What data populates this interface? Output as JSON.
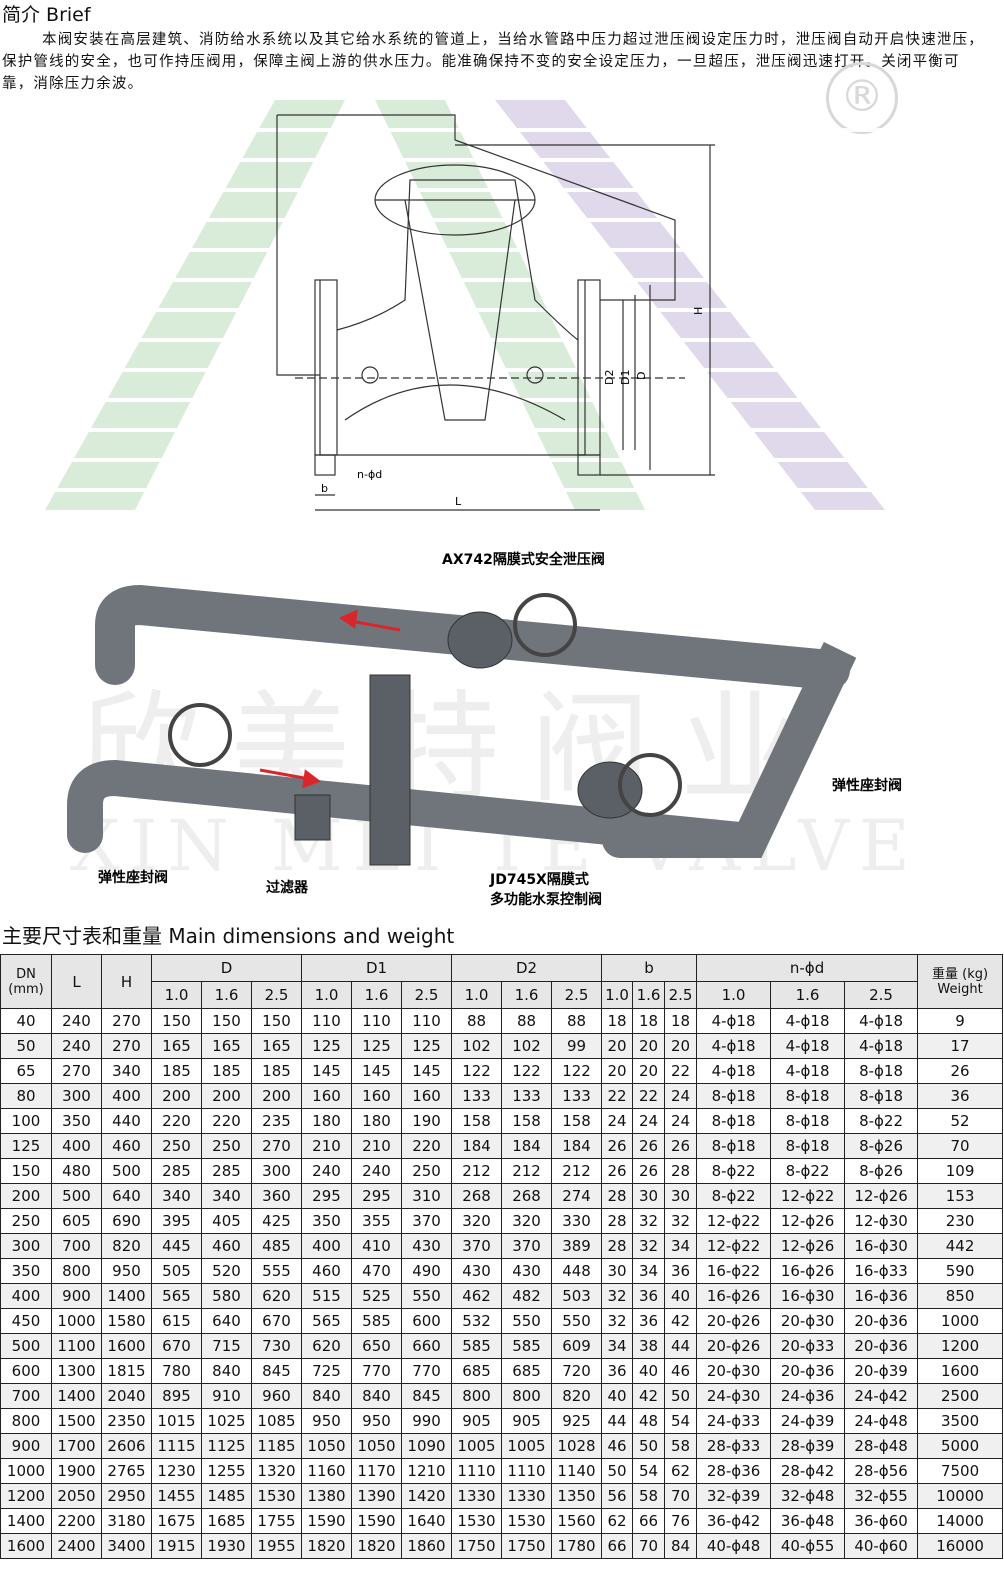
{
  "brief": {
    "title": "简介 Brief",
    "text": "本阀安装在高层建筑、消防给水系统以及其它给水系统的管道上，当给水管路中压力超过泄压阀设定压力时，泄压阀自动开启快速泄压，保护管线的安全，也可作持压阀用，保障主阀上游的供水压力。能准确保持不变的安全设定压力，一旦超压，泄压阀迅速打开。关闭平衡可靠，消除压力余波。"
  },
  "registered_mark": "®",
  "drawing_labels": {
    "H": "H",
    "D2": "D2",
    "D1": "D1",
    "D": "D",
    "nd": "n-ϕd",
    "b": "b",
    "L": "L"
  },
  "scheme": {
    "label_top": "AX742隔膜式安全泄压阀",
    "label_right": "弹性座封阀",
    "label_left": "弹性座封阀",
    "label_filter": "过滤器",
    "label_bottom_1": "JD745X隔膜式",
    "label_bottom_2": "多功能水泵控制阀",
    "watermark_cn": "欣美特阀业",
    "watermark_en": "XIN MEI TE VALVE"
  },
  "colors": {
    "pipe": "#6f757b",
    "arrow": "#d8262b",
    "watermark_green": "#d5ead5",
    "watermark_purple": "#ddd5ea"
  },
  "table": {
    "title": "主要尺寸表和重量 Main dimensions and weight",
    "header": {
      "dn": "DN",
      "dn_unit": "(mm)",
      "L": "L",
      "H": "H",
      "D": "D",
      "D1": "D1",
      "D2": "D2",
      "b": "b",
      "nd": "n-ϕd",
      "weight_cn": "重量 (kg)",
      "weight_en": "Weight",
      "pressures": [
        "1.0",
        "1.6",
        "2.5"
      ]
    },
    "rows": [
      [
        "40",
        "240",
        "270",
        "150",
        "150",
        "150",
        "110",
        "110",
        "110",
        "88",
        "88",
        "88",
        "18",
        "18",
        "18",
        "4-ϕ18",
        "4-ϕ18",
        "4-ϕ18",
        "9"
      ],
      [
        "50",
        "240",
        "270",
        "165",
        "165",
        "165",
        "125",
        "125",
        "125",
        "102",
        "102",
        "99",
        "20",
        "20",
        "20",
        "4-ϕ18",
        "4-ϕ18",
        "4-ϕ18",
        "17"
      ],
      [
        "65",
        "270",
        "340",
        "185",
        "185",
        "185",
        "145",
        "145",
        "145",
        "122",
        "122",
        "122",
        "20",
        "20",
        "22",
        "4-ϕ18",
        "4-ϕ18",
        "8-ϕ18",
        "26"
      ],
      [
        "80",
        "300",
        "400",
        "200",
        "200",
        "200",
        "160",
        "160",
        "160",
        "133",
        "133",
        "133",
        "22",
        "22",
        "24",
        "8-ϕ18",
        "8-ϕ18",
        "8-ϕ18",
        "36"
      ],
      [
        "100",
        "350",
        "440",
        "220",
        "220",
        "235",
        "180",
        "180",
        "190",
        "158",
        "158",
        "158",
        "24",
        "24",
        "24",
        "8-ϕ18",
        "8-ϕ18",
        "8-ϕ22",
        "52"
      ],
      [
        "125",
        "400",
        "460",
        "250",
        "250",
        "270",
        "210",
        "210",
        "220",
        "184",
        "184",
        "184",
        "26",
        "26",
        "26",
        "8-ϕ18",
        "8-ϕ18",
        "8-ϕ26",
        "70"
      ],
      [
        "150",
        "480",
        "500",
        "285",
        "285",
        "300",
        "240",
        "240",
        "250",
        "212",
        "212",
        "212",
        "26",
        "26",
        "28",
        "8-ϕ22",
        "8-ϕ22",
        "8-ϕ26",
        "109"
      ],
      [
        "200",
        "500",
        "640",
        "340",
        "340",
        "360",
        "295",
        "295",
        "310",
        "268",
        "268",
        "274",
        "28",
        "30",
        "30",
        "8-ϕ22",
        "12-ϕ22",
        "12-ϕ26",
        "153"
      ],
      [
        "250",
        "605",
        "690",
        "395",
        "405",
        "425",
        "350",
        "355",
        "370",
        "320",
        "320",
        "330",
        "28",
        "32",
        "32",
        "12-ϕ22",
        "12-ϕ26",
        "12-ϕ30",
        "230"
      ],
      [
        "300",
        "700",
        "820",
        "445",
        "460",
        "485",
        "400",
        "410",
        "430",
        "370",
        "370",
        "389",
        "28",
        "32",
        "34",
        "12-ϕ22",
        "12-ϕ26",
        "16-ϕ30",
        "442"
      ],
      [
        "350",
        "800",
        "950",
        "505",
        "520",
        "555",
        "460",
        "470",
        "490",
        "430",
        "430",
        "448",
        "30",
        "34",
        "36",
        "16-ϕ22",
        "16-ϕ26",
        "16-ϕ33",
        "590"
      ],
      [
        "400",
        "900",
        "1400",
        "565",
        "580",
        "620",
        "515",
        "525",
        "550",
        "462",
        "482",
        "503",
        "32",
        "36",
        "40",
        "16-ϕ26",
        "16-ϕ30",
        "16-ϕ36",
        "850"
      ],
      [
        "450",
        "1000",
        "1580",
        "615",
        "640",
        "670",
        "565",
        "585",
        "600",
        "532",
        "550",
        "550",
        "32",
        "36",
        "42",
        "20-ϕ26",
        "20-ϕ30",
        "20-ϕ36",
        "1000"
      ],
      [
        "500",
        "1100",
        "1600",
        "670",
        "715",
        "730",
        "620",
        "650",
        "660",
        "585",
        "585",
        "609",
        "34",
        "38",
        "44",
        "20-ϕ26",
        "20-ϕ33",
        "20-ϕ36",
        "1200"
      ],
      [
        "600",
        "1300",
        "1815",
        "780",
        "840",
        "845",
        "725",
        "770",
        "770",
        "685",
        "685",
        "720",
        "36",
        "40",
        "46",
        "20-ϕ30",
        "20-ϕ36",
        "20-ϕ39",
        "1600"
      ],
      [
        "700",
        "1400",
        "2040",
        "895",
        "910",
        "960",
        "840",
        "840",
        "845",
        "800",
        "800",
        "820",
        "40",
        "42",
        "50",
        "24-ϕ30",
        "24-ϕ36",
        "24-ϕ42",
        "2500"
      ],
      [
        "800",
        "1500",
        "2350",
        "1015",
        "1025",
        "1085",
        "950",
        "950",
        "990",
        "905",
        "905",
        "925",
        "44",
        "48",
        "54",
        "24-ϕ33",
        "24-ϕ39",
        "24-ϕ48",
        "3500"
      ],
      [
        "900",
        "1700",
        "2606",
        "1115",
        "1125",
        "1185",
        "1050",
        "1050",
        "1090",
        "1005",
        "1005",
        "1028",
        "46",
        "50",
        "58",
        "28-ϕ33",
        "28-ϕ39",
        "28-ϕ48",
        "5000"
      ],
      [
        "1000",
        "1900",
        "2765",
        "1230",
        "1255",
        "1320",
        "1160",
        "1170",
        "1210",
        "1110",
        "1110",
        "1140",
        "50",
        "54",
        "62",
        "28-ϕ36",
        "28-ϕ42",
        "28-ϕ56",
        "7500"
      ],
      [
        "1200",
        "2050",
        "2950",
        "1455",
        "1485",
        "1530",
        "1380",
        "1390",
        "1420",
        "1330",
        "1330",
        "1350",
        "56",
        "58",
        "70",
        "32-ϕ39",
        "32-ϕ48",
        "32-ϕ55",
        "10000"
      ],
      [
        "1400",
        "2200",
        "3180",
        "1675",
        "1685",
        "1755",
        "1590",
        "1590",
        "1640",
        "1530",
        "1530",
        "1560",
        "62",
        "66",
        "76",
        "36-ϕ42",
        "36-ϕ48",
        "36-ϕ60",
        "14000"
      ],
      [
        "1600",
        "2400",
        "3400",
        "1915",
        "1930",
        "1955",
        "1820",
        "1820",
        "1860",
        "1750",
        "1750",
        "1780",
        "66",
        "70",
        "84",
        "40-ϕ48",
        "40-ϕ55",
        "40-ϕ60",
        "16000"
      ]
    ]
  }
}
